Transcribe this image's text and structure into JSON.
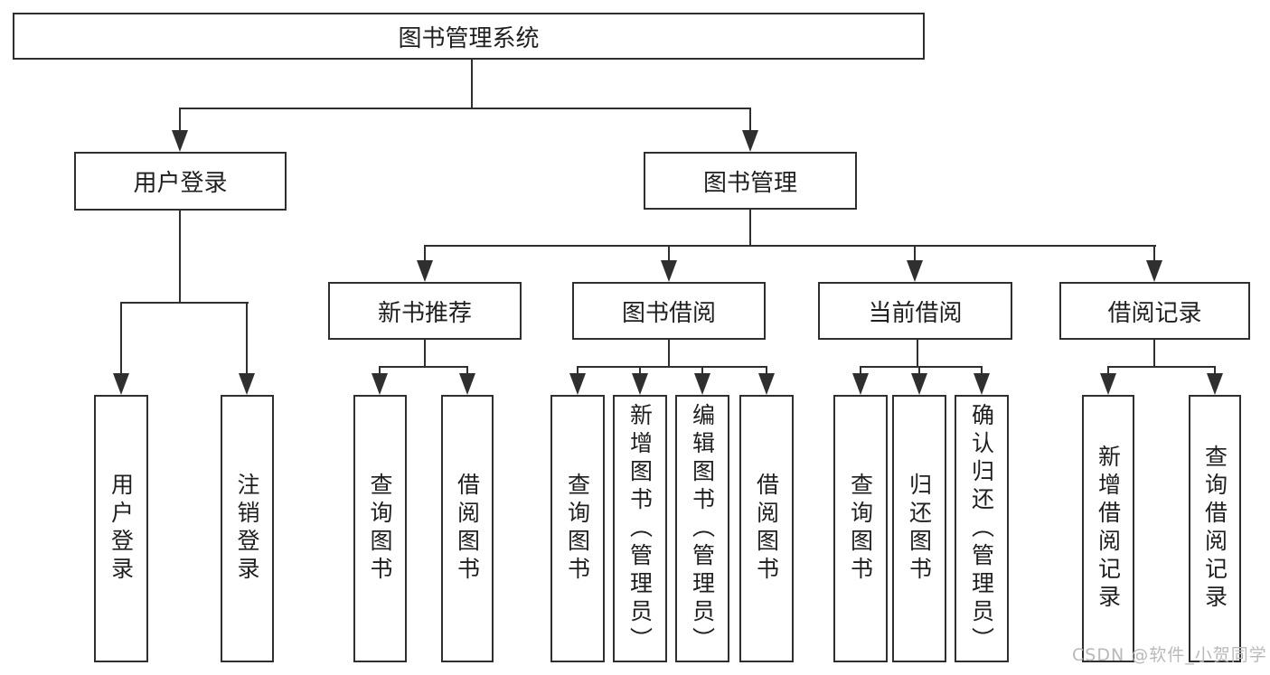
{
  "diagram": {
    "root": {
      "label": "图书管理系统"
    },
    "branches": [
      {
        "label": "用户登录",
        "leaves": [
          "用户登录",
          "注销登录"
        ]
      },
      {
        "label": "图书管理",
        "groups": [
          {
            "label": "新书推荐",
            "leaves": [
              "查询图书",
              "借阅图书"
            ]
          },
          {
            "label": "图书借阅",
            "leaves": [
              "查询图书",
              "新增图书（管理员）",
              "编辑图书（管理员）",
              "借阅图书"
            ]
          },
          {
            "label": "当前借阅",
            "leaves": [
              "查询图书",
              "归还图书",
              "确认归还（管理员）"
            ]
          },
          {
            "label": "借阅记录",
            "leaves": [
              "新增借阅记录",
              "查询借阅记录"
            ]
          }
        ]
      }
    ],
    "watermark": "CSDN @软件_小贺同学",
    "colors": {
      "line": "#2f2f2f",
      "text": "#1f1f1f",
      "background": "#ffffff",
      "watermark": "#b9b9b9"
    }
  }
}
